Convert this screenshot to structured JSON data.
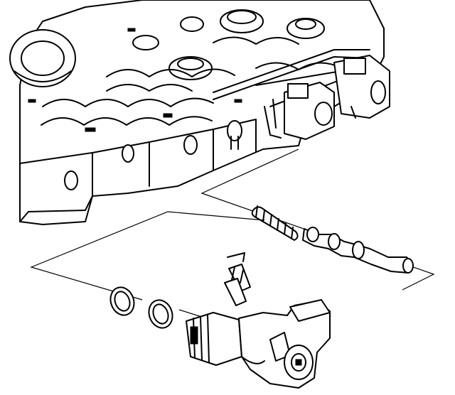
{
  "diagram": {
    "type": "exploded-parts-line-drawing",
    "colors": {
      "ink": "#000000",
      "paper": "#ffffff"
    },
    "parts": [
      {
        "id": "valve-body-housing"
      },
      {
        "id": "solenoid-connectors-upper"
      },
      {
        "id": "valve-spring"
      },
      {
        "id": "spool-valve"
      },
      {
        "id": "o-ring-outer"
      },
      {
        "id": "o-ring-inner"
      },
      {
        "id": "solenoid-assembly"
      },
      {
        "id": "install-direction-arrows"
      }
    ]
  }
}
